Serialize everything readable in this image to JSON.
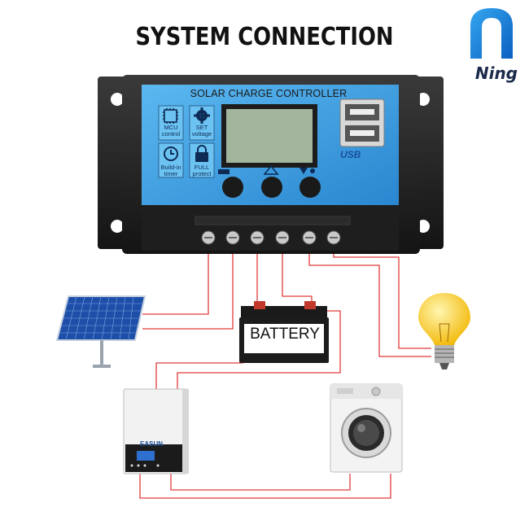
{
  "title": "SYSTEM CONNECTION",
  "brand": {
    "name": "Ning",
    "color": "#1a6fd1"
  },
  "controller": {
    "label": "SOLAR CHARGE CONTROLLER",
    "icons": [
      {
        "name": "mcu-icon",
        "text1": "MCU",
        "text2": "control"
      },
      {
        "name": "gear-icon",
        "text1": "SET",
        "text2": "voltage"
      },
      {
        "name": "clock-icon",
        "text1": "Build-in",
        "text2": "timer"
      },
      {
        "name": "lock-icon",
        "text1": "FULL",
        "text2": "protect"
      }
    ],
    "usb_label": "USB",
    "panel_color": "#3a9fe0",
    "lcd_color": "#9fb49a"
  },
  "battery": {
    "label": "BATTERY"
  },
  "inverter": {
    "logo": "EASUN"
  },
  "wire_color": "#e23b3b",
  "components": [
    "solar-panel",
    "battery",
    "light-bulb",
    "inverter",
    "washing-machine"
  ]
}
